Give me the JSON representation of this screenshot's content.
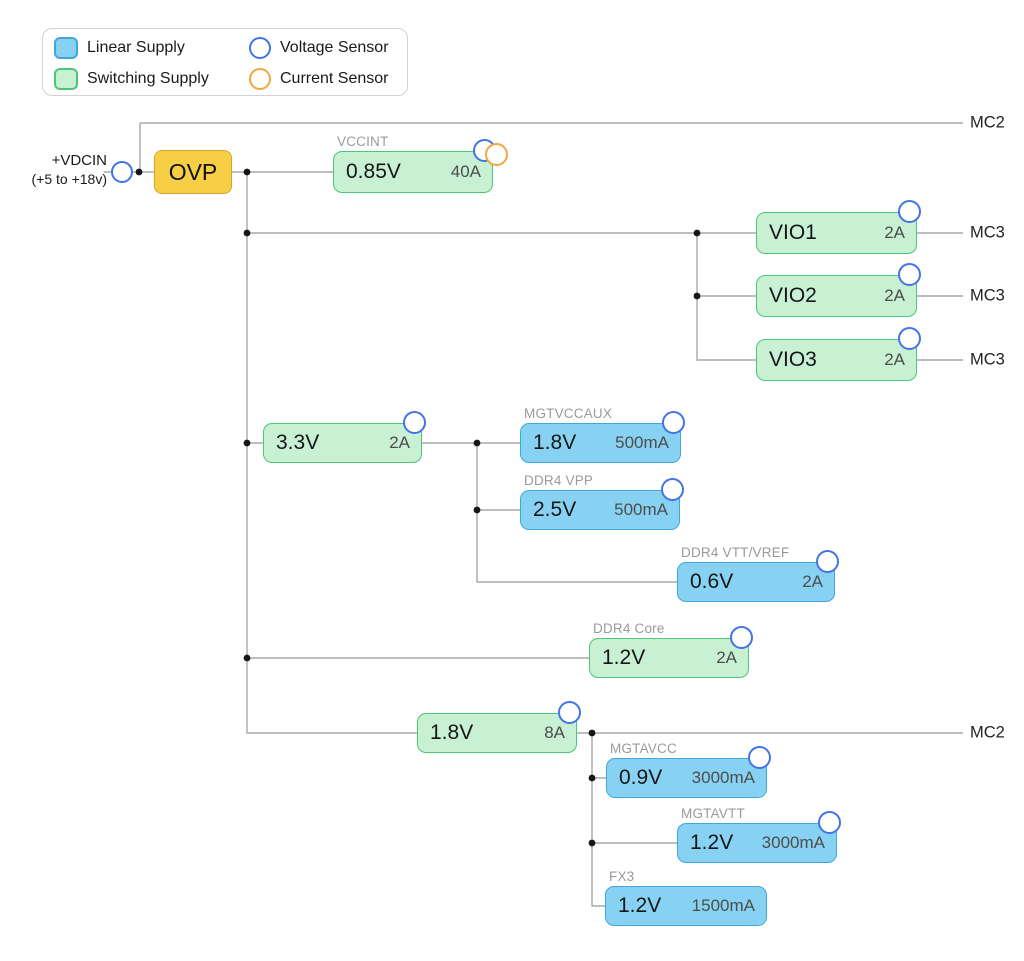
{
  "legend": {
    "linear": {
      "label": "Linear Supply",
      "color": "#87D2F2"
    },
    "switching": {
      "label": "Switching Supply",
      "color": "#C8F0D3"
    },
    "voltage_sensor": {
      "label": "Voltage Sensor",
      "color": "#4273E8"
    },
    "current_sensor": {
      "label": "Current Sensor",
      "color": "#F0A73E"
    }
  },
  "input": {
    "name": "+VDCIN",
    "range": "(+5 to +18v)",
    "sensor": "voltage-sensor"
  },
  "protection": {
    "label": "OVP",
    "color": "#F7CF45"
  },
  "outputs": {
    "top": "MC2",
    "vio1": "MC3",
    "vio2": "MC3",
    "vio3": "MC3",
    "rail18": "MC2"
  },
  "nodes": {
    "vccint": {
      "title": "VCCINT",
      "v": "0.85V",
      "a": "40A",
      "type": "switching",
      "sensors": "voltage,current"
    },
    "vio1": {
      "v": "VIO1",
      "a": "2A",
      "type": "switching",
      "sensors": "voltage",
      "output": "MC3"
    },
    "vio2": {
      "v": "VIO2",
      "a": "2A",
      "type": "switching",
      "sensors": "voltage",
      "output": "MC3"
    },
    "vio3": {
      "v": "VIO3",
      "a": "2A",
      "type": "switching",
      "sensors": "voltage",
      "output": "MC3"
    },
    "rail33": {
      "v": "3.3V",
      "a": "2A",
      "type": "switching",
      "sensors": "voltage"
    },
    "mgtvccaux": {
      "title": "MGTVCCAUX",
      "v": "1.8V",
      "a": "500mA",
      "type": "linear",
      "sensors": "voltage"
    },
    "ddr4vpp": {
      "title": "DDR4 VPP",
      "v": "2.5V",
      "a": "500mA",
      "type": "linear",
      "sensors": "voltage"
    },
    "ddr4vtt": {
      "title": "DDR4 VTT/VREF",
      "v": "0.6V",
      "a": "2A",
      "type": "linear",
      "sensors": "voltage"
    },
    "ddr4core": {
      "title": "DDR4 Core",
      "v": "1.2V",
      "a": "2A",
      "type": "switching",
      "sensors": "voltage"
    },
    "rail18": {
      "v": "1.8V",
      "a": "8A",
      "type": "switching",
      "sensors": "voltage",
      "output": "MC2"
    },
    "mgtavcc": {
      "title": "MGTAVCC",
      "v": "0.9V",
      "a": "3000mA",
      "type": "linear",
      "sensors": "voltage"
    },
    "mgtavtt": {
      "title": "MGTAVTT",
      "v": "1.2V",
      "a": "3000mA",
      "type": "linear",
      "sensors": "voltage"
    },
    "fx3": {
      "title": "FX3",
      "v": "1.2V",
      "a": "1500mA",
      "type": "linear",
      "sensors": ""
    }
  },
  "colors": {
    "wire": "#A9A9A9",
    "junction": "#161616",
    "ovp_border": "#D8A32B"
  }
}
